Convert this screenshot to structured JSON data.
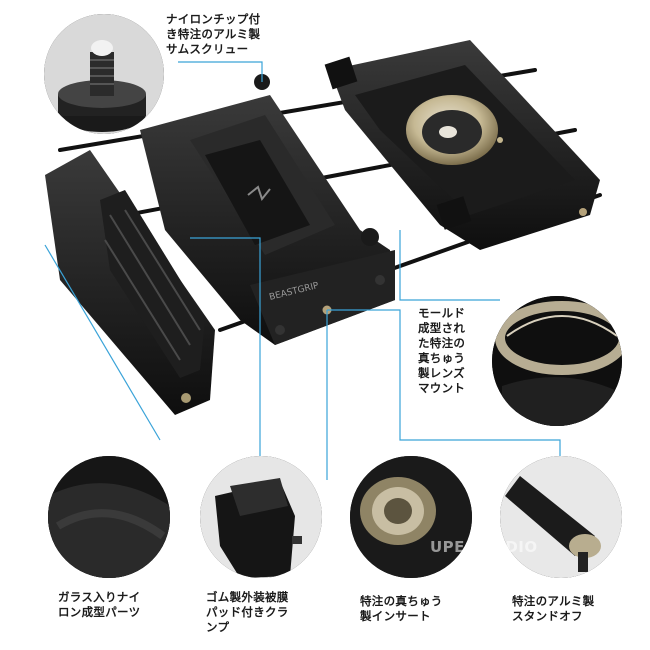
{
  "labels": {
    "thumb_screw": "ナイロンチップ付\nき特注のアルミ製\nサムスクリュー",
    "lens_mount": "モールド\n成型され\nた特注の\n真ちゅう\n製レンズ\nマウント",
    "glass_nylon": "ガラス入りナイ\nロン成型パーツ",
    "rubber_pad": "ゴム製外装被膜\nパッド付きクラ\nンプ",
    "brass_insert": "特注の真ちゅう\n製インサート",
    "standoff": "特注のアルミ製\nスタンドオフ"
  },
  "product_brand": "BEASTGRIP",
  "watermark": "UPE STUDIO",
  "colors": {
    "leader_line": "#3aa3d8",
    "product_black": "#161616",
    "brass": "#b5a27a"
  }
}
